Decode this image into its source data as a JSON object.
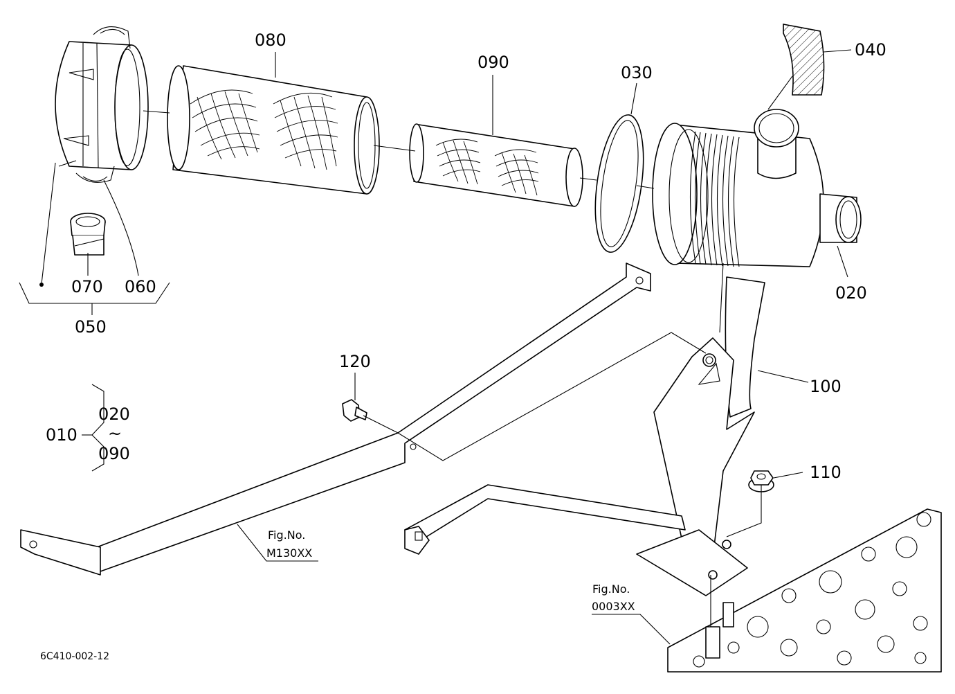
{
  "parts": {
    "p080": "080",
    "p090": "090",
    "p030": "030",
    "p040": "040",
    "p020": "020",
    "p070": "070",
    "p060": "060",
    "p050": "050",
    "p120": "120",
    "p100": "100",
    "p110": "110",
    "p010": "010",
    "range_from": "020",
    "range_tilde": "~",
    "range_to": "090"
  },
  "references": {
    "fig1_line1": "Fig.No.",
    "fig1_line2": "M130XX",
    "fig2_line1": "Fig.No.",
    "fig2_line2": "0003XX"
  },
  "drawing_code": "6C410-002-12"
}
